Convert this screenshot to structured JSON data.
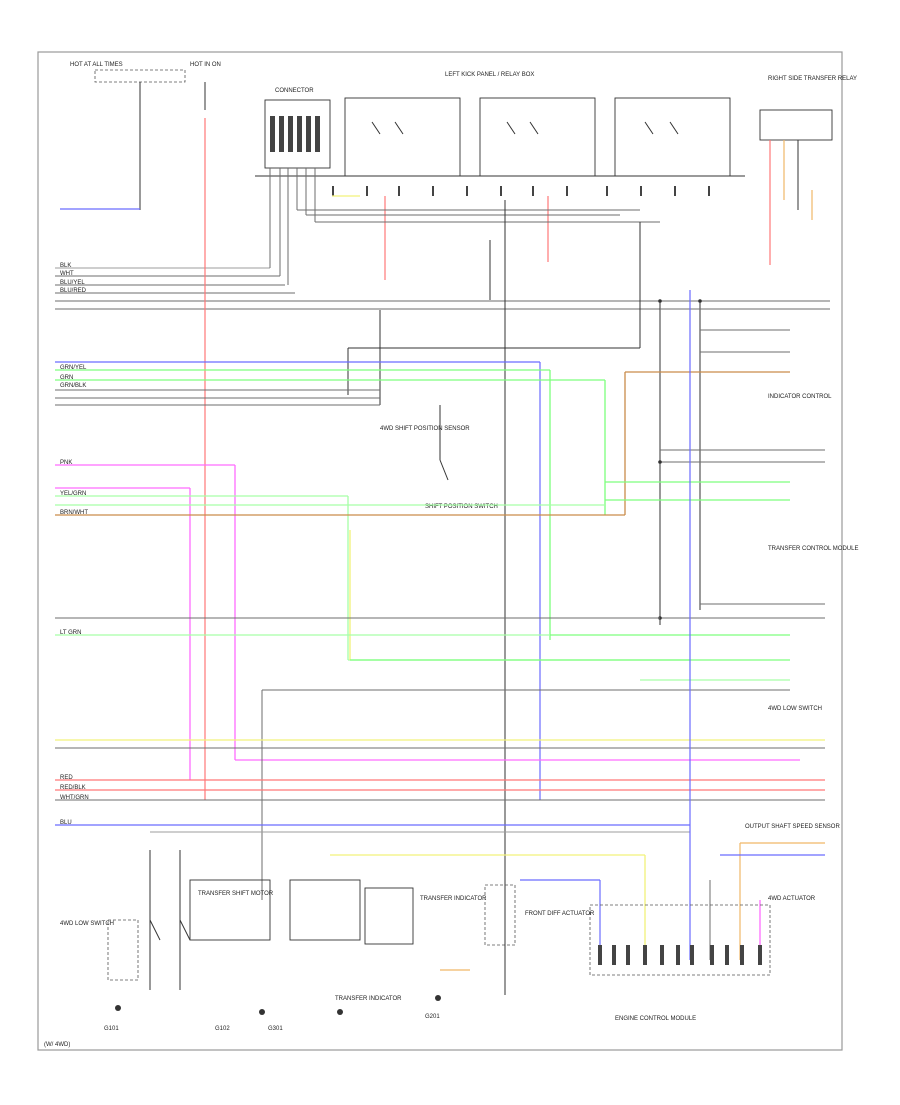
{
  "diagram": {
    "footer_id": "(W/ 4WD)",
    "connector_title": "CONNECTOR",
    "top_section_title": "LEFT KICK PANEL / RELAY BOX",
    "labels": {
      "fuse_a": "HOT AT ALL TIMES",
      "fuse_b": "HOT IN ON",
      "relay_top_right": "RIGHT SIDE TRANSFER RELAY",
      "ecm_title": "ENGINE CONTROL MODULE",
      "sensor_mid": "4WD SHIFT POSITION SENSOR",
      "shift_position_sw": "SHIFT POSITION SWITCH",
      "transfer_indicator": "TRANSFER INDICATOR",
      "dash_right_1": "INDICATOR CONTROL",
      "dash_right_2": "TRANSFER CONTROL MODULE",
      "dash_right_3": "4WD LOW SWITCH",
      "dash_right_4": "OUTPUT SHAFT SPEED SENSOR",
      "dash_right_5": "4WD ACTUATOR",
      "bottom_left": "4WD LOW SWITCH",
      "bottom_mid_1": "TRANSFER SHIFT MOTOR",
      "bottom_mid_2": "TRANSFER INDICATOR",
      "bottom_mid_3": "FRONT DIFF ACTUATOR",
      "ground_1": "G101",
      "ground_2": "G102",
      "ground_3": "G201",
      "ground_4": "G301"
    },
    "wire_colors": [
      "BLK",
      "WHT",
      "BLU/YEL",
      "BLU/RED",
      "GRN/YEL",
      "GRN",
      "GRN/BLK",
      "PNK",
      "YEL/GRN",
      "RED",
      "RED/BLK",
      "WHT/GRN",
      "BRN/WHT",
      "BLU",
      "LT GRN"
    ]
  }
}
